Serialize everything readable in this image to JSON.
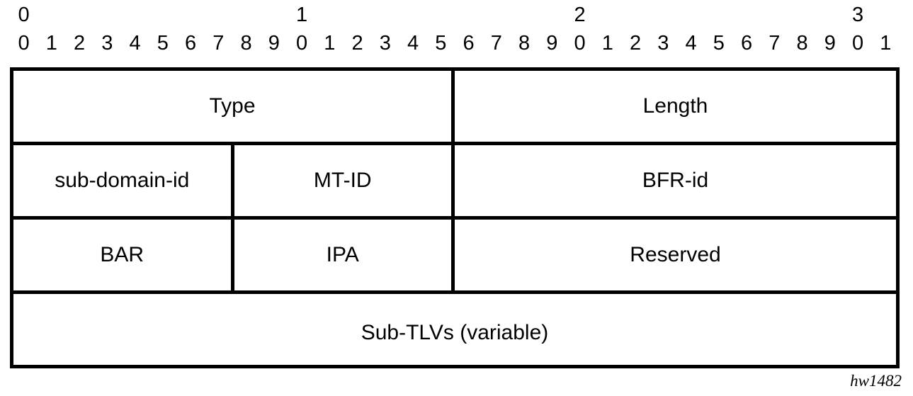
{
  "figure": {
    "id_label": "hw1482",
    "bit_width": 32
  },
  "ruler": {
    "decades": [
      "0",
      "",
      "",
      "",
      "",
      "",
      "",
      "",
      "",
      "",
      "1",
      "",
      "",
      "",
      "",
      "",
      "",
      "",
      "",
      "",
      "2",
      "",
      "",
      "",
      "",
      "",
      "",
      "",
      "",
      "",
      "3",
      ""
    ],
    "units": [
      "0",
      "1",
      "2",
      "3",
      "4",
      "5",
      "6",
      "7",
      "8",
      "9",
      "0",
      "1",
      "2",
      "3",
      "4",
      "5",
      "6",
      "7",
      "8",
      "9",
      "0",
      "1",
      "2",
      "3",
      "4",
      "5",
      "6",
      "7",
      "8",
      "9",
      "0",
      "1"
    ]
  },
  "packet": {
    "rows": [
      {
        "fields": [
          {
            "label": "Type",
            "bits": 16,
            "bit_range": "0-15"
          },
          {
            "label": "Length",
            "bits": 16,
            "bit_range": "16-31"
          }
        ]
      },
      {
        "fields": [
          {
            "label": "sub-domain-id",
            "bits": 8,
            "bit_range": "0-7"
          },
          {
            "label": "MT-ID",
            "bits": 8,
            "bit_range": "8-15"
          },
          {
            "label": "BFR-id",
            "bits": 16,
            "bit_range": "16-31"
          }
        ]
      },
      {
        "fields": [
          {
            "label": "BAR",
            "bits": 8,
            "bit_range": "0-7"
          },
          {
            "label": "IPA",
            "bits": 8,
            "bit_range": "8-15"
          },
          {
            "label": "Reserved",
            "bits": 16,
            "bit_range": "16-31"
          }
        ]
      },
      {
        "fields": [
          {
            "label": "Sub-TLVs (variable)",
            "bits": 32,
            "bit_range": "0-31"
          }
        ]
      }
    ]
  },
  "colors": {
    "stroke": "#000000",
    "background": "#ffffff",
    "text": "#000000"
  }
}
